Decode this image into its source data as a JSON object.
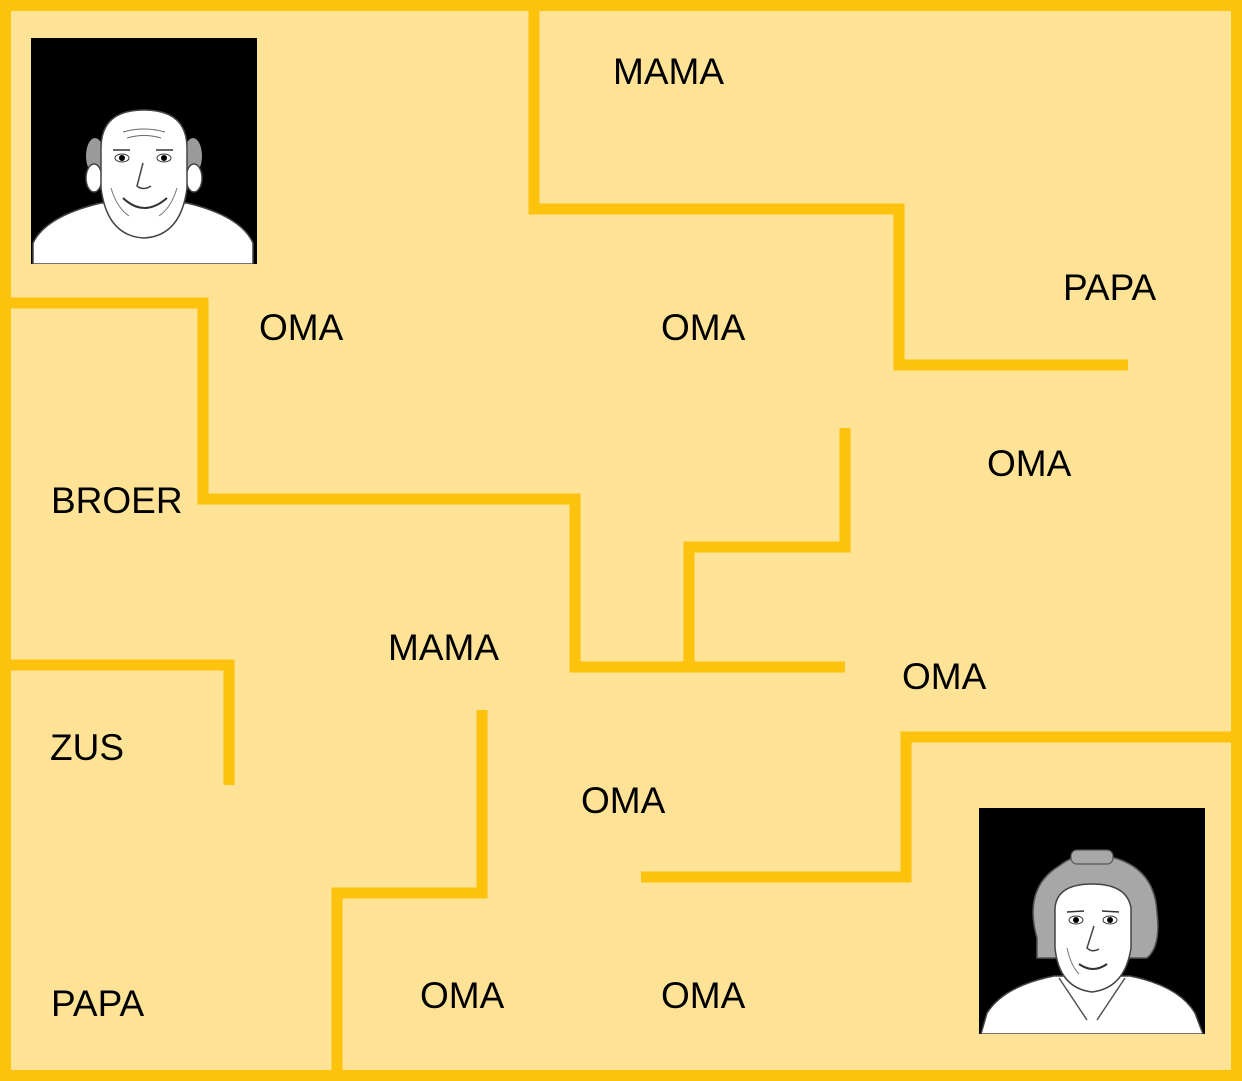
{
  "maze": {
    "colors": {
      "floor": "#fee397",
      "wall": "#fdc20b",
      "text": "#000000",
      "portrait_bg": "#000000"
    },
    "words": {
      "w1": "MAMA",
      "w2": "OMA",
      "w3": "OMA",
      "w4": "PAPA",
      "w5": "OMA",
      "w6": "BROER",
      "w7": "MAMA",
      "w8": "OMA",
      "w9": "ZUS",
      "w10": "OMA",
      "w11": "PAPA",
      "w12": "OMA",
      "w13": "OMA"
    },
    "portraits": {
      "start": "grandfather-portrait",
      "goal": "grandmother-portrait"
    }
  }
}
